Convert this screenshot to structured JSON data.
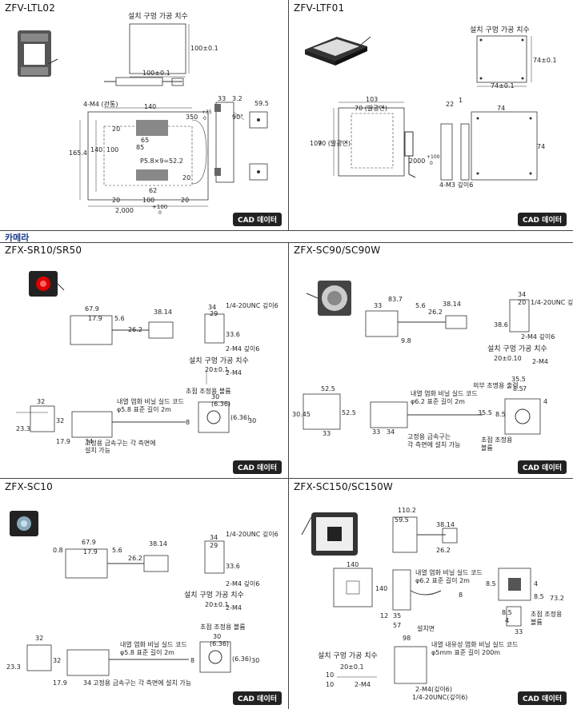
{
  "section_label": "카메라",
  "cad_label": "CAD 데이터",
  "panels": [
    {
      "title": "ZFV-LTL02",
      "install_label": "설치 구멍 가공 치수",
      "labels": [
        "100±0.1",
        "100±0.1",
        "4-M4 (관통)",
        "140",
        "350",
        "+35",
        "0",
        "90°",
        "33",
        "3.2",
        "59.5",
        "165.4",
        "140",
        "100",
        "20",
        "65",
        "85",
        "P5.8×9=52.2",
        "62",
        "100",
        "20",
        "20",
        "20",
        "2,000",
        "+100",
        "0"
      ]
    },
    {
      "title": "ZFV-LTF01",
      "install_label": "설치 구멍 가공 치수",
      "labels": [
        "74±0.1",
        "74±0.1",
        "103",
        "70 (발광면)",
        "109",
        "70 (발광면)",
        "2000",
        "+100",
        "0",
        "22",
        "1",
        "74",
        "74",
        "4-M3 깊이6"
      ]
    },
    {
      "title": "ZFX-SR10/SR50",
      "install_label": "설치 구멍 가공 치수",
      "labels": [
        "67.9",
        "17.9",
        "5.6",
        "38.14",
        "26.2",
        "34",
        "29",
        "1/4-20UNC 깊이6",
        "33.6",
        "2-M4 깊이6",
        "20±0.1",
        "2-M4",
        "32",
        "23.3",
        "32",
        "17.9",
        "34",
        "8",
        "내열 염화 비닐 실드 코드",
        "φ5.8 표준 길이 2m",
        "초점 조정용 볼륨",
        "30",
        "(6.36)",
        "(6.36)",
        "30",
        "고정용 금속구는 각 측면에",
        "설치 가능"
      ]
    },
    {
      "title": "ZFX-SC90/SC90W",
      "install_label": "설치 구멍 가공 치수",
      "labels": [
        "83.7",
        "33",
        "5.6",
        "38.14",
        "26.2",
        "9.8",
        "34",
        "20",
        "1/4-20UNC 깊이6",
        "38.6",
        "2-M4 깊이6",
        "20±0.10",
        "2-M4",
        "52.5",
        "30.45",
        "52.5",
        "33",
        "33",
        "34",
        "외부 조명용 출력",
        "내열 염화 비닐 실드 코드",
        "φ6.2 표준 길이 2m",
        "35.5",
        "8.5",
        "7",
        "4",
        "35.5",
        "8.5",
        "고정용 금속구는",
        "각 측면에 설치 가능",
        "초점 조정용",
        "볼륨"
      ]
    },
    {
      "title": "ZFX-SC10",
      "install_label": "설치 구멍 가공 치수",
      "labels": [
        "67.9",
        "0.8",
        "17.9",
        "5.6",
        "38.14",
        "26.2",
        "34",
        "29",
        "1/4-20UNC 깊이6",
        "33.6",
        "2-M4 깊이6",
        "20±0.1",
        "2-M4",
        "초점 조정용 볼륨",
        "32",
        "23.3",
        "32",
        "17.9",
        "34",
        "8",
        "내열 염화 비닐 실드 코드",
        "φ5.8 표준 길이 2m",
        "30",
        "(6.36)",
        "(6.36)",
        "30",
        "고정용 금속구는 각 측면에 설치 가능"
      ]
    },
    {
      "title": "ZFX-SC150/SC150W",
      "install_label": "설치 구멍 가공 치수",
      "labels": [
        "110.2",
        "59.5",
        "38.14",
        "26.2",
        "140",
        "140",
        "내열 염화 비닐 실드 코드",
        "φ6.2 표준 길이 2m",
        "8",
        "12",
        "35",
        "57",
        "98",
        "설치면",
        "8.5",
        "4",
        "8.5",
        "73.2",
        "8.5",
        "4",
        "초점 조정용",
        "볼륨",
        "33",
        "20±0.1",
        "10",
        "10",
        "2-M4",
        "내열 내유성 염화 비닐 실드 코드",
        "φ5mm 표준 길이 200m",
        "2-M4(깊이6)",
        "1/4-20UNC(깊이6)"
      ]
    }
  ]
}
